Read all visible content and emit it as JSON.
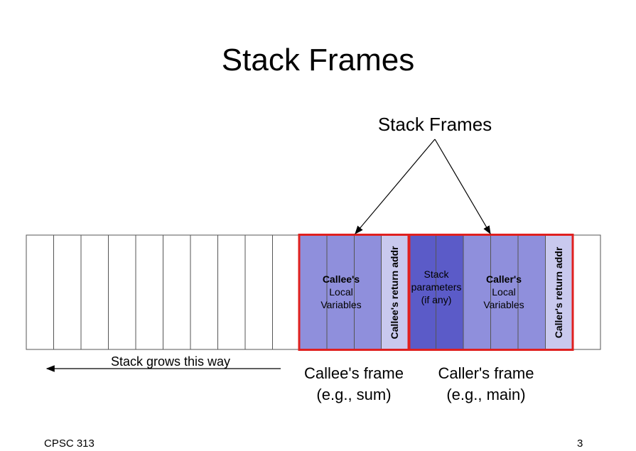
{
  "slide": {
    "title": "Stack Frames",
    "footer_left": "CPSC 313",
    "footer_right": "3"
  },
  "diagram": {
    "frames_label": "Stack Frames",
    "callee_locals": [
      "Callee's",
      "Local",
      "Variables"
    ],
    "callee_return": "Callee's return addr",
    "stack_params": [
      "Stack",
      "parameters",
      "(if any)"
    ],
    "caller_locals": [
      "Caller's",
      "Local",
      "Variables"
    ],
    "caller_return": "Caller's return addr",
    "grows_label": "Stack grows this way",
    "callee_frame_label": [
      "Callee's frame",
      "(e.g., sum)"
    ],
    "caller_frame_label": [
      "Caller's frame",
      "(e.g., main)"
    ],
    "colors": {
      "frame_outline": "#e0201f",
      "locals_fill": "#8f8fdc",
      "params_fill": "#5b5bc8",
      "return_fill": "#c9c9ee",
      "cell_border": "#555555"
    }
  }
}
